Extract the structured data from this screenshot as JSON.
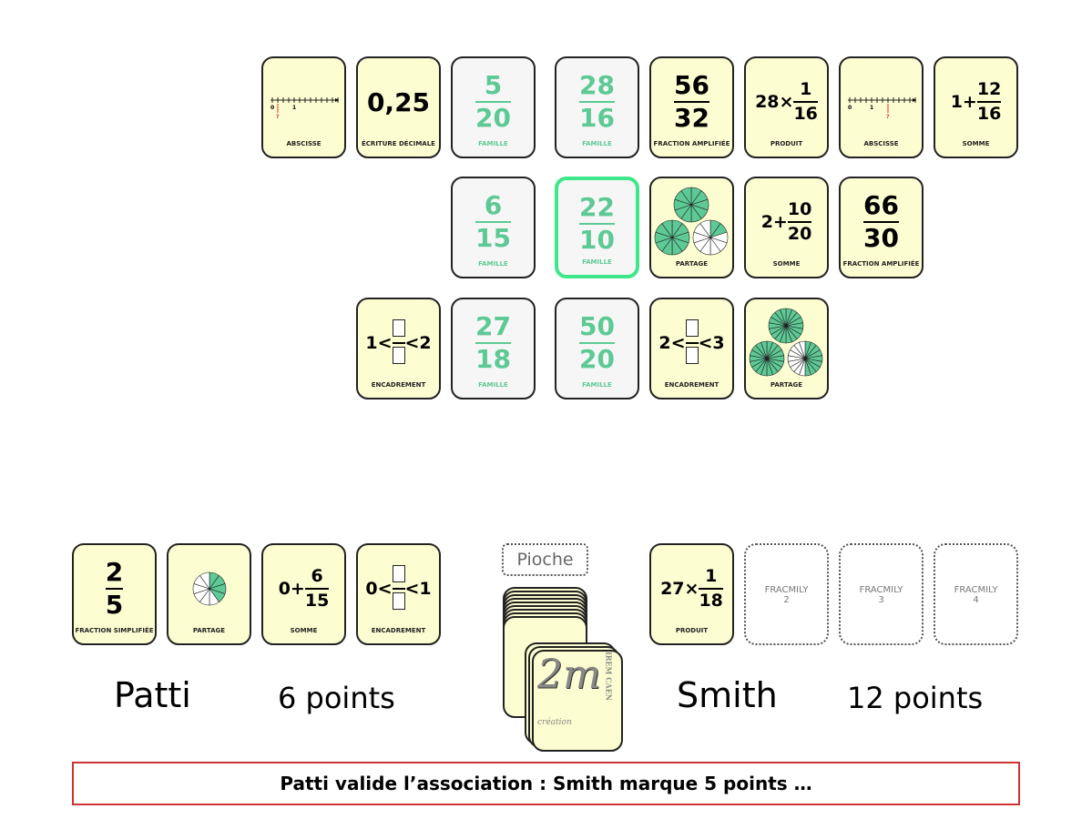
{
  "board": [
    {
      "type": "abscisse",
      "label": "ABSCISSE",
      "marker": 0.25
    },
    {
      "type": "text",
      "value": "0,25",
      "label": "ÉCRITURE DÉCIMALE"
    },
    {
      "type": "fraction",
      "fam": true,
      "num": "5",
      "den": "20",
      "label": "FAMILLE"
    },
    {
      "type": "fraction",
      "fam": true,
      "num": "28",
      "den": "16",
      "label": "FAMILLE"
    },
    {
      "type": "fraction",
      "num": "56",
      "den": "32",
      "label": "FRACTION AMPLIFIÉE"
    },
    {
      "type": "product",
      "a": "28",
      "num": "1",
      "den": "16",
      "label": "PRODUIT"
    },
    {
      "type": "abscisse",
      "label": "ABSCISSE",
      "marker": 1.75
    },
    {
      "type": "sum",
      "a": "1",
      "num": "12",
      "den": "16",
      "label": "SOMME"
    },
    {
      "type": "fraction",
      "fam": true,
      "num": "6",
      "den": "15",
      "label": "FAMILLE"
    },
    {
      "type": "fraction",
      "fam": true,
      "selected": true,
      "num": "22",
      "den": "10",
      "label": "FAMILLE"
    },
    {
      "type": "pies",
      "segments": 10,
      "filled": [
        10,
        10,
        2
      ],
      "label": "PARTAGE"
    },
    {
      "type": "sum",
      "a": "2",
      "num": "10",
      "den": "20",
      "label": "SOMME"
    },
    {
      "type": "fraction",
      "num": "66",
      "den": "30",
      "label": "FRACTION AMPLIFIÉE"
    },
    {
      "type": "encadrement",
      "lo": "1",
      "hi": "2",
      "label": "ENCADREMENT"
    },
    {
      "type": "fraction",
      "fam": true,
      "num": "27",
      "den": "18",
      "label": "FAMILLE"
    },
    {
      "type": "fraction",
      "fam": true,
      "num": "50",
      "den": "20",
      "label": "FAMILLE"
    },
    {
      "type": "encadrement",
      "lo": "2",
      "hi": "3",
      "label": "ENCADREMENT"
    },
    {
      "type": "pies",
      "segments": 18,
      "filled": [
        18,
        18,
        9
      ],
      "label": "PARTAGE"
    }
  ],
  "players": [
    {
      "name": "Patti",
      "points": "6 points",
      "cards": [
        {
          "type": "fraction",
          "num": "2",
          "den": "5",
          "label": "FRACTION SIMPLIFIÉE"
        },
        {
          "type": "pies",
          "segments": 10,
          "filled": [
            4
          ],
          "label": "PARTAGE"
        },
        {
          "type": "sum",
          "a": "0",
          "num": "6",
          "den": "15",
          "label": "SOMME"
        },
        {
          "type": "encadrement",
          "lo": "0",
          "hi": "1",
          "label": "ENCADREMENT"
        }
      ]
    },
    {
      "name": "Smith",
      "points": "12 points",
      "cards": [
        {
          "type": "product",
          "a": "27",
          "num": "1",
          "den": "18",
          "label": "PRODUIT"
        },
        {
          "type": "empty",
          "label": "FRACMILY",
          "n": "2"
        },
        {
          "type": "empty",
          "label": "FRACMILY",
          "n": "3"
        },
        {
          "type": "empty",
          "label": "FRACMILY",
          "n": "4"
        }
      ]
    }
  ],
  "pioche": "Pioche",
  "logo_text": "création IREM CAEN",
  "status": "Patti valide l’association : Smith marque 5 points …",
  "colors": {
    "green": "#5dc995",
    "card": "#fdfdd2",
    "highlight": "#3ee88a",
    "status_border": "#cc3333"
  }
}
